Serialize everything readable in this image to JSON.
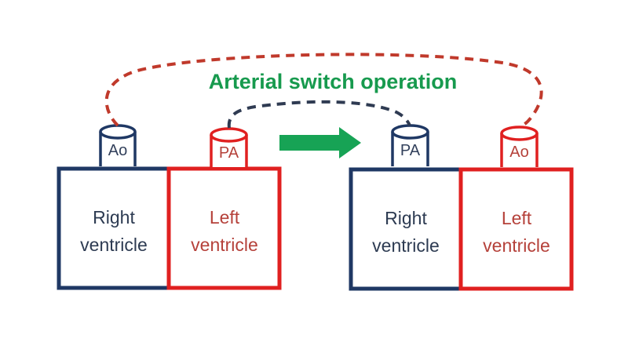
{
  "figure": {
    "title": "Arterial switch operation",
    "background_color": "#ffffff"
  },
  "colors": {
    "navy": "#1f3864",
    "navy_text": "#2d3b52",
    "red": "#e02020",
    "red_text": "#b5413a",
    "green": "#179a4e",
    "green_arrow": "#17a355",
    "dash_red": "#c0392b",
    "dash_navy": "#2f3b52"
  },
  "panels": [
    {
      "id": "before",
      "name": "pre-operative-heart",
      "ventricles": [
        {
          "id": "rv-before",
          "line1": "Right",
          "line2": "ventricle",
          "color": "#1f3864"
        },
        {
          "id": "lv-before",
          "line1": "Left",
          "line2": "ventricle",
          "color": "#e02020"
        }
      ],
      "vessels": [
        {
          "id": "ao-before",
          "label": "Ao",
          "color": "#1f3864",
          "over": "Right ventricle"
        },
        {
          "id": "pa-before",
          "label": "PA",
          "color": "#e02020",
          "over": "Left ventricle"
        }
      ]
    },
    {
      "id": "after",
      "name": "post-operative-heart",
      "ventricles": [
        {
          "id": "rv-after",
          "line1": "Right",
          "line2": "ventricle",
          "color": "#1f3864"
        },
        {
          "id": "lv-after",
          "line1": "Left",
          "line2": "ventricle",
          "color": "#e02020"
        }
      ],
      "vessels": [
        {
          "id": "pa-after",
          "label": "PA",
          "color": "#1f3864",
          "over": "Right ventricle"
        },
        {
          "id": "ao-after",
          "label": "Ao",
          "color": "#e02020",
          "over": "Left ventricle"
        }
      ]
    }
  ],
  "connectors": [
    {
      "id": "aorta-switch-path",
      "name": "aorta-transfer-curve",
      "style": "dashed",
      "color": "#c0392b",
      "from": "Ao (pre-op, over right ventricle)",
      "to": "Ao (post-op, over left ventricle)"
    },
    {
      "id": "pulmonary-switch-path",
      "name": "pulmonary-artery-transfer-curve",
      "style": "dashed",
      "color": "#2f3b52",
      "from": "PA (pre-op, over left ventricle)",
      "to": "PA (post-op, over right ventricle)"
    }
  ],
  "transition_arrow": {
    "name": "operation-arrow",
    "direction": "right",
    "color": "#17a355"
  }
}
